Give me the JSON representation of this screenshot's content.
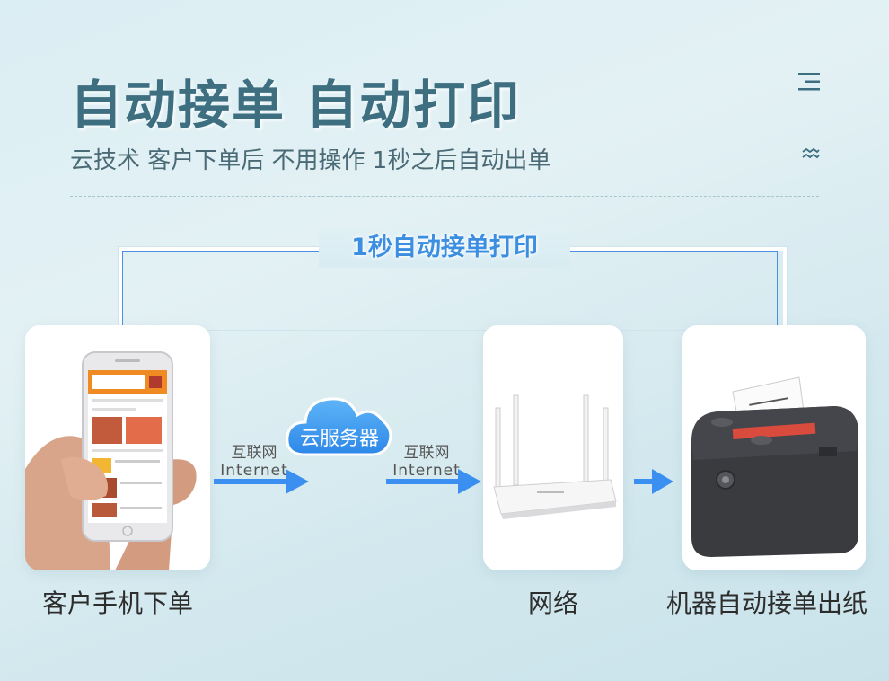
{
  "header": {
    "title": "自动接单 自动打印",
    "subtitle": "云技术 客户下单后 不用操作 1秒之后自动出单"
  },
  "headline": "1秒自动接单打印",
  "flow": {
    "step1_label": "客户手机下单",
    "arrow1_cn": "互联网",
    "arrow1_en": "Internet",
    "cloud_label": "云服务器",
    "arrow2_cn": "互联网",
    "arrow2_en": "Internet",
    "step2_label": "网络",
    "step3_label": "机器自动接单出纸"
  },
  "colors": {
    "accent": "#3b8ee0",
    "arrow": "#3a8ff0",
    "title": "#3d6f80"
  },
  "icons": [
    "menu-icon",
    "wave-icon",
    "arrow-right-icon",
    "cloud-icon"
  ]
}
